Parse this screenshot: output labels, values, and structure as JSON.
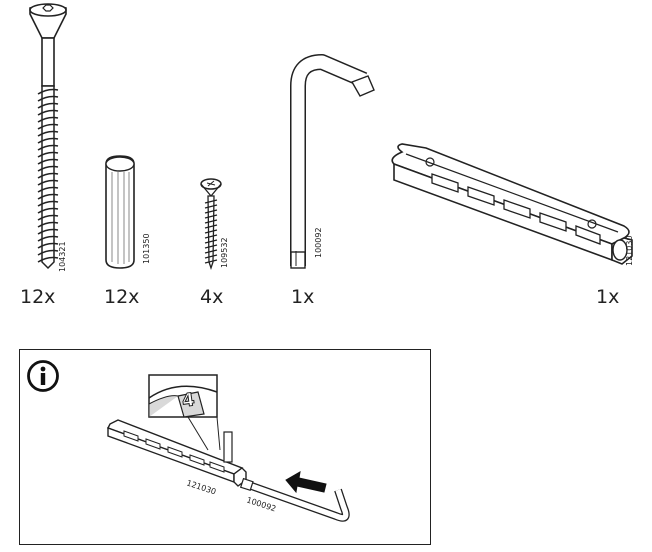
{
  "parts": [
    {
      "part_number": "104321",
      "quantity": "12x",
      "icon": "countersunk-screw-icon"
    },
    {
      "part_number": "101350",
      "quantity": "12x",
      "icon": "wooden-dowel-icon"
    },
    {
      "part_number": "109532",
      "quantity": "4x",
      "icon": "small-wood-screw-icon"
    },
    {
      "part_number": "100092",
      "quantity": "1x",
      "icon": "hex-allen-key-icon"
    },
    {
      "part_number": "121030",
      "quantity": "1x",
      "icon": "drilling-guide-rail-icon"
    }
  ],
  "info_panel": {
    "icon": "info-icon",
    "label_rail": "121030",
    "label_key": "100092",
    "step_number": "4",
    "colors": {
      "line": "#222222",
      "fill": "#ffffff",
      "shade": "#d9d9d9",
      "arrow": "#111111"
    }
  }
}
